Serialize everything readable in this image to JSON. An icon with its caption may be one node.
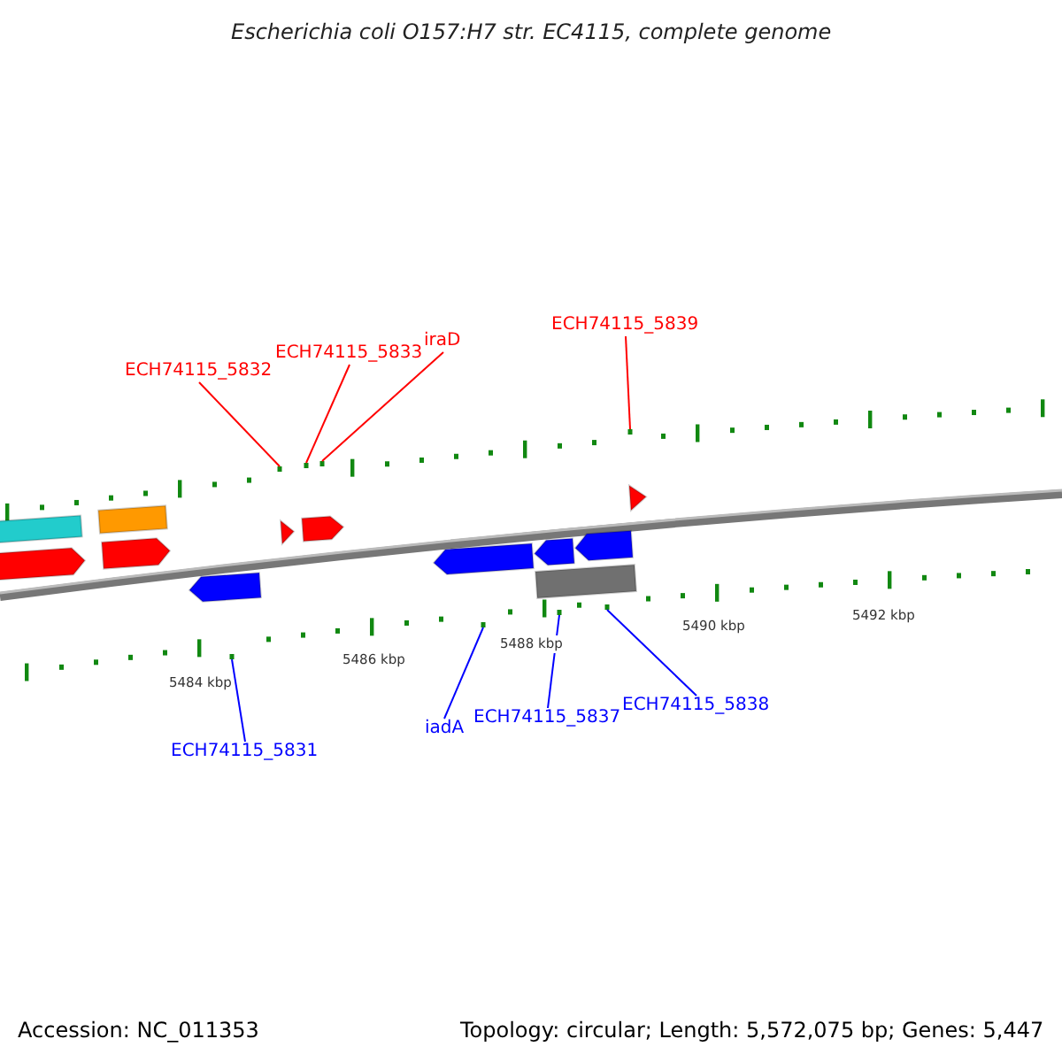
{
  "diagram": {
    "title": "Escherichia coli O157:H7 str. EC4115, complete genome",
    "nodes": [
      {
        "text": [
          "ECH74115_5832"
        ]
      },
      {
        "text": [
          "ECH74115_5833"
        ]
      },
      {
        "text": [
          "iraD"
        ]
      },
      {
        "text": [
          "ECH74115_5839"
        ]
      },
      {
        "text": [
          "ECH74115_5831"
        ]
      },
      {
        "text": [
          "iadA"
        ]
      },
      {
        "text": [
          "ECH74115_5837"
        ]
      },
      {
        "text": [
          "ECH74115_5838"
        ]
      },
      {
        "text": [],
        "shape": "bar"
      },
      {
        "text": [],
        "shape": "bar"
      },
      {
        "text": [],
        "shape": "bar"
      },
      {
        "text": [],
        "shape": "bar"
      },
      {
        "text": [],
        "shape": "bar"
      },
      {
        "text": [],
        "shape": "bar"
      },
      {
        "text": [],
        "shape": "bar"
      },
      {
        "text": [],
        "shape": "bar"
      }
    ],
    "edges": [
      {
        "from": 0,
        "to": 8,
        "arrow": "none",
        "color": "#ff0000"
      },
      {
        "from": 1,
        "to": 9,
        "arrow": "none",
        "color": "#ff0000"
      },
      {
        "from": 2,
        "to": 10,
        "arrow": "none",
        "color": "#ff0000"
      },
      {
        "from": 3,
        "to": 11,
        "arrow": "none",
        "color": "#ff0000"
      },
      {
        "from": 4,
        "to": 12,
        "arrow": "none",
        "color": "#0000ff"
      },
      {
        "from": 5,
        "to": 13,
        "arrow": "none",
        "color": "#0000ff"
      },
      {
        "from": 6,
        "to": 14,
        "arrow": "none",
        "color": "#0000ff"
      },
      {
        "from": 7,
        "to": 15,
        "arrow": "none",
        "color": "#0000ff"
      }
    ],
    "labels": [
      "5484 kbp",
      "5486 kbp",
      "5488 kbp",
      "5490 kbp",
      "5492 kbp",
      "Accession: NC_011353",
      "Topology: circular; Length: 5,572,075 bp; Genes: 5,447"
    ]
  }
}
